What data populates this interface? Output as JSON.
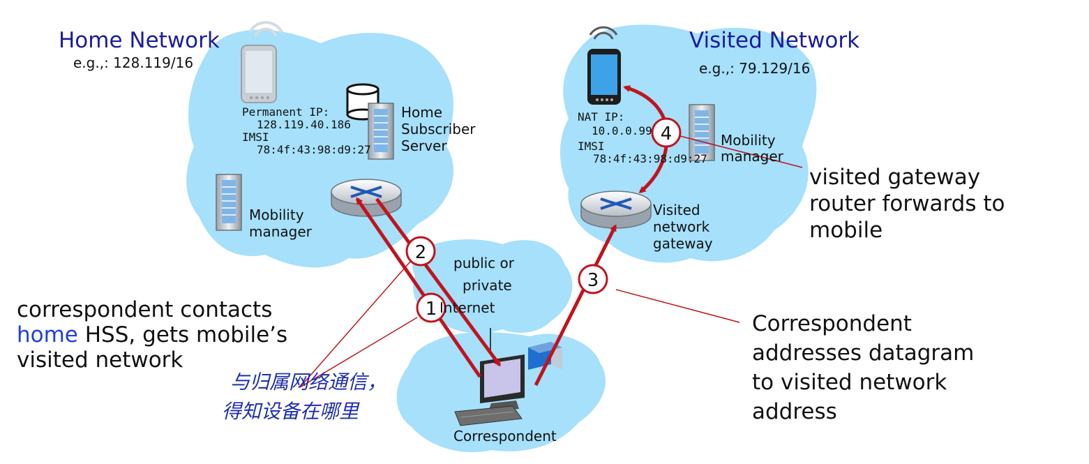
{
  "home_network": {
    "title": "Home Network",
    "prefix": "e.g.,: 128.119/16",
    "permanent_ip_label": "Permanent IP:",
    "permanent_ip_value": "128.119.40.186",
    "imsi_label": "IMSI",
    "imsi_value": "78:4f:43:98:d9:27",
    "hss_line1": "Home",
    "hss_line2": "Subscriber",
    "hss_line3": "Server",
    "mm_line1": "Mobility",
    "mm_line2": "manager"
  },
  "visited_network": {
    "title": "Visited Network",
    "prefix": "e.g.,: 79.129/16",
    "nat_ip_label": "NAT IP:",
    "nat_ip_value": "10.0.0.99",
    "imsi_label": "IMSI",
    "imsi_value": "78:4f:43:98:d9:27",
    "mm_line1": "Mobility",
    "mm_line2": "manager",
    "gw_line1": "Visited",
    "gw_line2": "network",
    "gw_line3": "gateway"
  },
  "internet": {
    "line1": "public or",
    "line2": "private",
    "line3": "Internet"
  },
  "correspondent_label": "Correspondent",
  "steps": [
    "1",
    "2",
    "3",
    "4"
  ],
  "notes": {
    "left_part1": "correspondent contacts",
    "left_home": "home",
    "left_part2": " HSS, gets mobile’s",
    "left_part3": "visited network",
    "right_top_line1": "visited gateway",
    "right_top_line2": "router forwards to",
    "right_top_line3": "mobile",
    "right_bottom_line1": "Correspondent",
    "right_bottom_line2": "addresses datagram",
    "right_bottom_line3": "to visited network",
    "right_bottom_line4": "address",
    "handwritten_line1": "与归属网络通信，",
    "handwritten_line2": "得知设备在哪里"
  },
  "colors": {
    "cloud": "#a6e0fb",
    "arrow": "#c0141e",
    "title_blue": "#1c1c9c",
    "home_word": "#1f3fe0",
    "handwriting": "#1e2fb0"
  }
}
